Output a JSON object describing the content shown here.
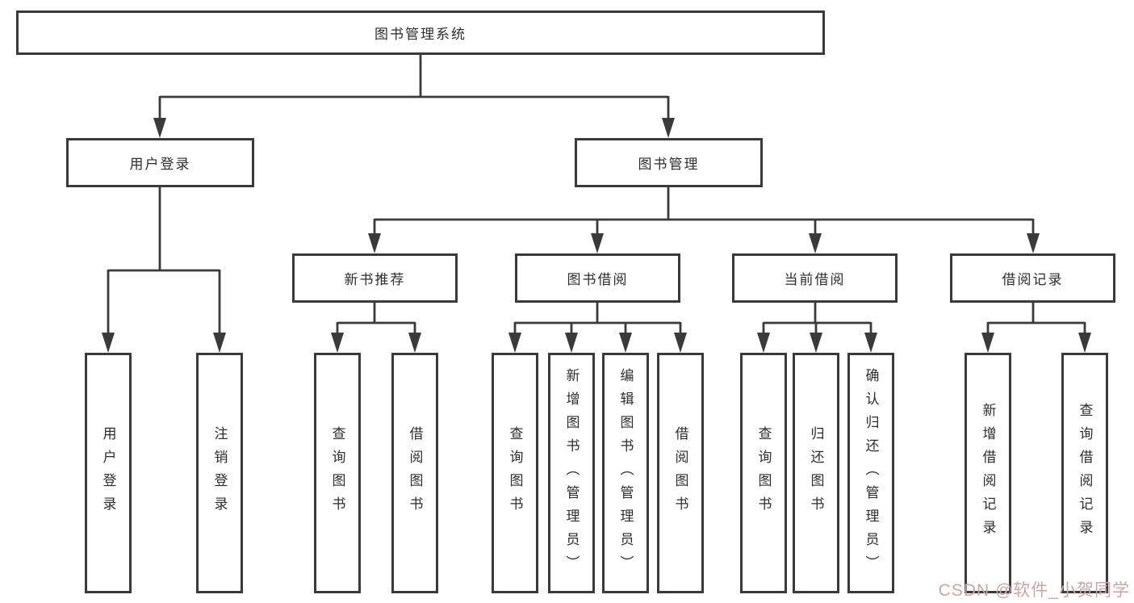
{
  "colors": {
    "line": "#3a3a3a",
    "text": "#2d2d2d",
    "watermark": "#c9a6a6"
  },
  "tree": {
    "root": {
      "label": "图书管理系统"
    },
    "login": {
      "label": "用户登录",
      "children": [
        {
          "label": "用户登录"
        },
        {
          "label": "注销登录"
        }
      ]
    },
    "management": {
      "label": "图书管理",
      "modules": [
        {
          "label": "新书推荐",
          "children": [
            "查询图书",
            "借阅图书"
          ]
        },
        {
          "label": "图书借阅",
          "children": [
            "查询图书",
            "新增图书（管理员）",
            "编辑图书（管理员）",
            "借阅图书"
          ]
        },
        {
          "label": "当前借阅",
          "children": [
            "查询图书",
            "归还图书",
            "确认归还（管理员）"
          ]
        },
        {
          "label": "借阅记录",
          "children": [
            "新增借阅记录",
            "查询借阅记录"
          ]
        }
      ]
    }
  },
  "watermark": "CSDN @软件_小贺同学"
}
